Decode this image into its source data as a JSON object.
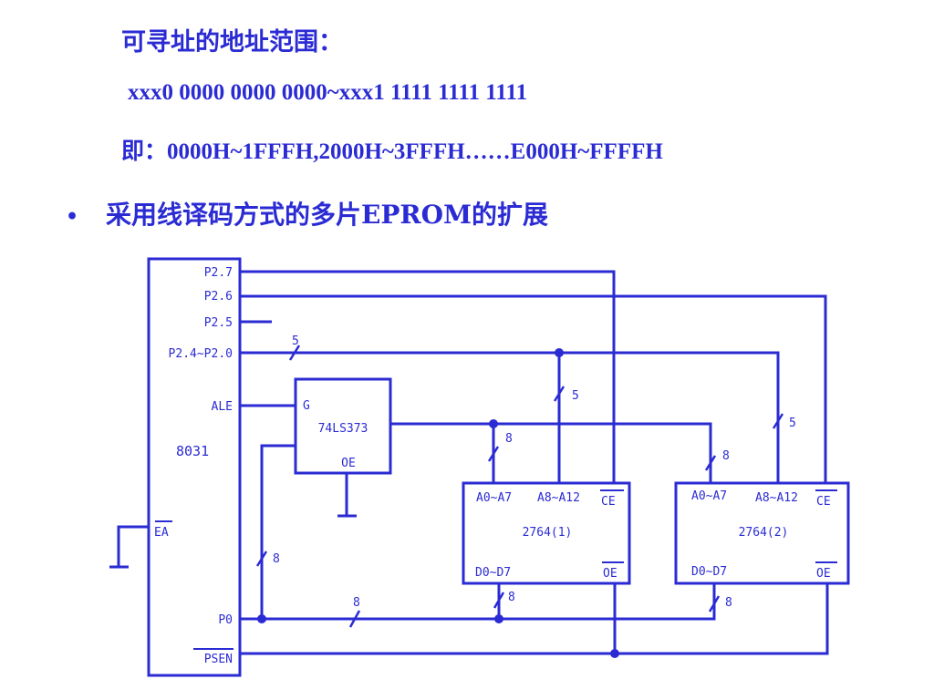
{
  "header": {
    "line1": "可寻址的地址范围：",
    "line2": "xxx0 0000 0000 0000~xxx1 1111 1111 1111",
    "line3": "即：0000H~1FFFH,2000H~3FFFH……E000H~FFFFH"
  },
  "bullet": {
    "marker": "•",
    "text": "采用线译码方式的多片EPROM的扩展"
  },
  "diagram": {
    "color": "#2b2bd4",
    "cpu": {
      "name": "8031",
      "pins": {
        "p27": "P2.7",
        "p26": "P2.6",
        "p25": "P2.5",
        "p24_20": "P2.4~P2.0",
        "ale": "ALE",
        "ea": "EA",
        "p0": "P0",
        "psen": "PSEN"
      }
    },
    "latch": {
      "name": "74LS373",
      "g": "G",
      "oe": "OE"
    },
    "rom1": {
      "name": "2764(1)",
      "a0_a7": "A0~A7",
      "a8_a12": "A8~A12",
      "ce": "CE",
      "d0_d7": "D0~D7",
      "oe": "OE"
    },
    "rom2": {
      "name": "2764(2)",
      "a0_a7": "A0~A7",
      "a8_a12": "A8~A12",
      "ce": "CE",
      "d0_d7": "D0~D7",
      "oe": "OE"
    },
    "bus_widths": {
      "p2_bus": "5",
      "rom1_high_addr": "5",
      "rom2_high_addr": "5",
      "rom1_low_addr": "8",
      "rom2_low_addr": "8",
      "latch_in": "8",
      "p0_bus": "8",
      "rom1_data": "8",
      "rom2_data": "8"
    }
  }
}
